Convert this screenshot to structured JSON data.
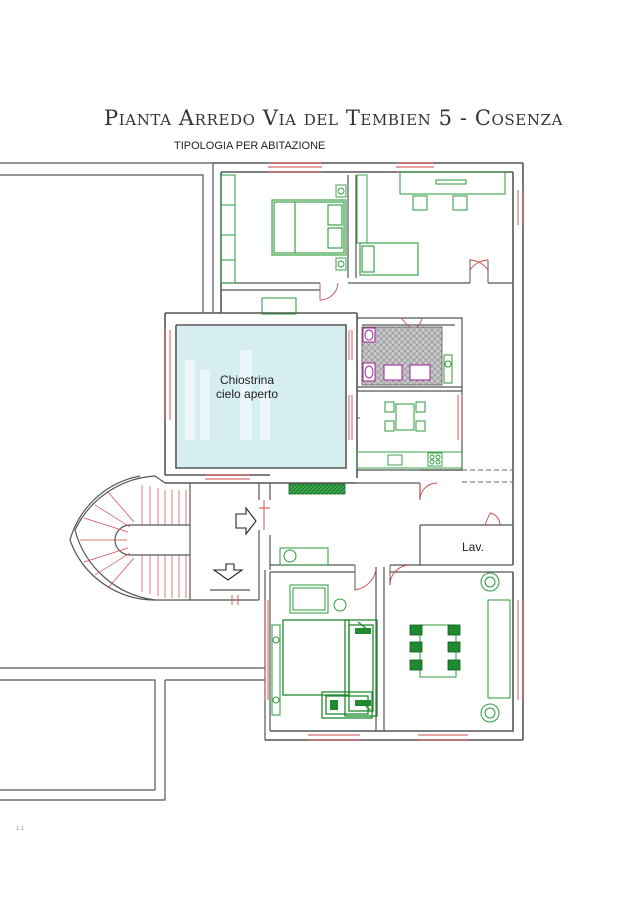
{
  "title": "Pianta Arredo Via del Tembien 5 - Cosenza",
  "subtitle": "TIPOLOGIA  PER ABITAZIONE",
  "rooms": {
    "courtyard_line1": "Chiostrina",
    "courtyard_line2": "cielo aperto",
    "laundry": "Lav."
  },
  "footnote": "1:1",
  "colors": {
    "wall": "#555555",
    "furniture_green": "#2a9a3a",
    "sofa_green": "#1f8a2e",
    "window_red": "#d04848",
    "courtyard_fill": "#d6eef2",
    "bath_fixture": "#a020a0",
    "bath_floor": "#c8c8c8"
  }
}
